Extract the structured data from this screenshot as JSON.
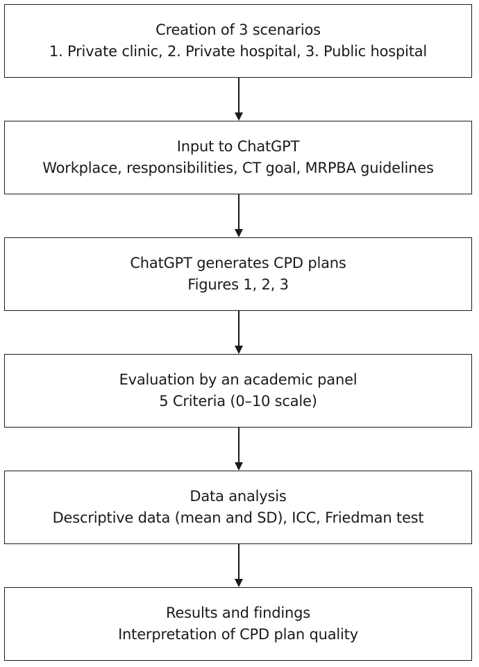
{
  "steps": [
    {
      "title": "Creation of 3 scenarios",
      "detail": "1. Private clinic, 2. Private hospital, 3. Public hospital"
    },
    {
      "title": "Input to ChatGPT",
      "detail": "Workplace, responsibilities, CT goal, MRPBA guidelines"
    },
    {
      "title": "ChatGPT generates CPD plans",
      "detail": "Figures 1, 2, 3"
    },
    {
      "title": "Evaluation by an academic panel",
      "detail": "5 Criteria (0–10 scale)"
    },
    {
      "title": "Data analysis",
      "detail": "Descriptive data (mean and SD), ICC, Friedman test"
    },
    {
      "title": "Results and findings",
      "detail": "Interpretation of CPD plan quality"
    }
  ],
  "colors": {
    "stroke": "#1a1a1a",
    "background": "#ffffff",
    "text": "#1a1a1a"
  }
}
